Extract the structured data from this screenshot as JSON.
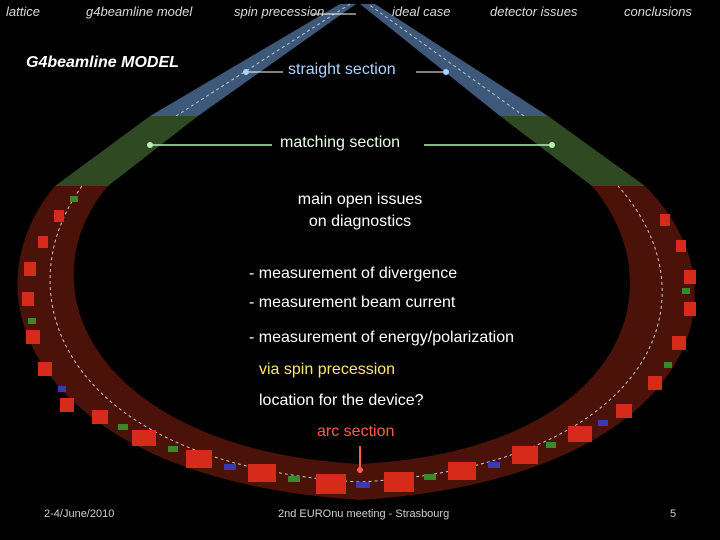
{
  "nav": {
    "items": [
      {
        "label": "lattice"
      },
      {
        "label": "g4beamline model"
      },
      {
        "label": "spin precession"
      },
      {
        "label": "ideal case"
      },
      {
        "label": "detector issues"
      },
      {
        "label": "conclusions"
      }
    ]
  },
  "slide": {
    "title": "G4beamline MODEL",
    "straight_label": "straight section",
    "matching_label": "matching section",
    "issues_title_1": "main open issues",
    "issues_title_2": "on diagnostics",
    "issue_1": "- measurement of divergence",
    "issue_2": "- measurement beam current",
    "issue_3": "- measurement of energy/polarization",
    "via": "via spin precession",
    "location": "location for the device?",
    "arc_label": "arc section"
  },
  "footer": {
    "date": "2-4/June/2010",
    "meeting": "2nd EUROnu meeting - Strasbourg",
    "page": "5"
  },
  "colors": {
    "background": "#000000",
    "arc_band": "#4a1208",
    "straight_band": "#3d5878",
    "matching_band": "#2f4a22",
    "magnet_red": "#d62a1a",
    "magnet_green": "#3b8a2a",
    "magnet_blue": "#3a3ab0"
  }
}
